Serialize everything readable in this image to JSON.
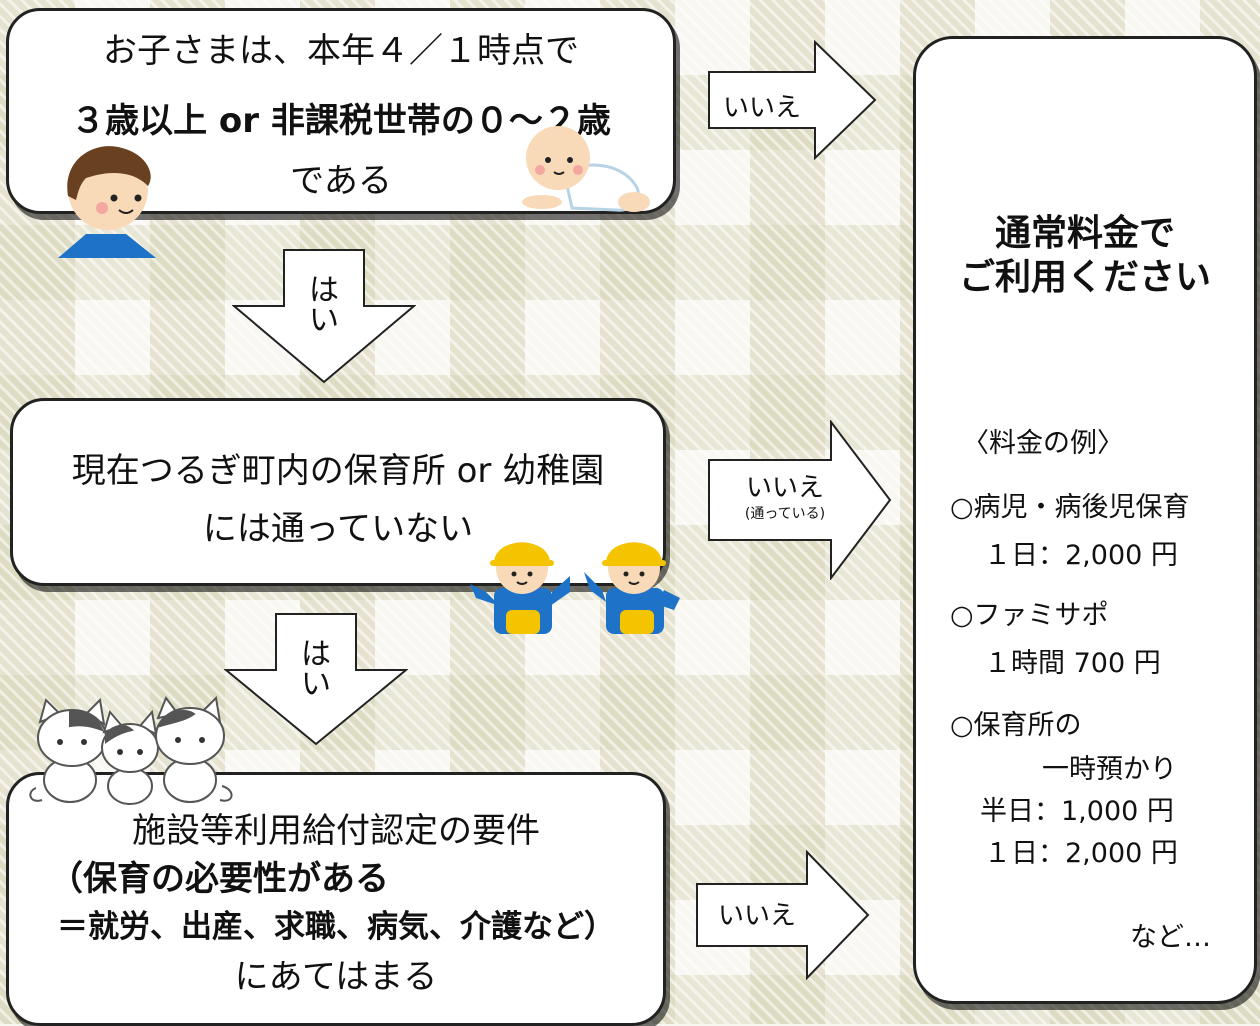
{
  "box1": {
    "line1": "お子さまは、本年４／１時点で",
    "line2": "３歳以上 or 非課税世帯の０～２歳",
    "line3": "である"
  },
  "box2": {
    "line1": "現在つるぎ町内の保育所 or 幼稚園",
    "line2": "には通っていない"
  },
  "box3": {
    "line1": "施設等利用給付認定の要件",
    "line2": "（保育の必要性がある",
    "line3": "＝就労、出産、求職、病気、介護など）",
    "line4": "にあてはまる"
  },
  "arrows": {
    "no1": "いいえ",
    "no2": "いいえ",
    "no2_note": "(通っている)",
    "no3": "いいえ",
    "yes1_a": "は",
    "yes1_b": "い",
    "yes2_a": "は",
    "yes2_b": "い"
  },
  "result": {
    "title1": "通常料金で",
    "title2": "ご利用ください",
    "examples_heading": "〈料金の例〉",
    "item1": "○病児・病後児保育",
    "item1_price": "１日：2,000 円",
    "item2": "○ファミサポ",
    "item2_price": "１時間 700 円",
    "item3": "○保育所の",
    "item3_b": "一時預かり",
    "item3_price1": "半日：1,000 円",
    "item3_price2": "１日：2,000 円",
    "etc": "など…"
  },
  "colors": {
    "boy_shirt": "#1e72c8",
    "hat": "#f5c400",
    "skin": "#f8d9b8"
  }
}
